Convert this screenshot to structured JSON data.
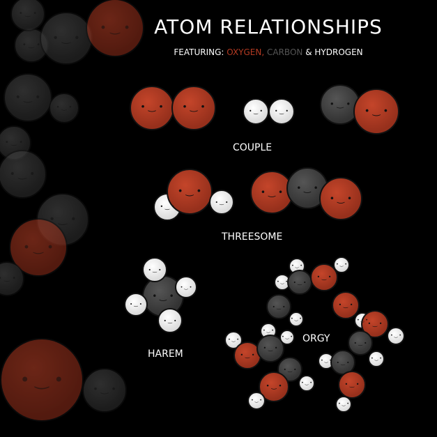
{
  "title": "ATOM RELATIONSHIPS",
  "subtitle": {
    "prefix": "FEATURING:",
    "oxygen": "OXYGEN,",
    "carbon": "CARBON",
    "amp": "&",
    "hydrogen": "HYDROGEN"
  },
  "labels": {
    "couple": "COUPLE",
    "threesome": "THREESOME",
    "harem": "HAREM",
    "orgy": "ORGY"
  },
  "colors": {
    "oxygen": "#a8341f",
    "carbon": "#3a3a3a",
    "hydrogen": "#eeeeee",
    "background": "#000000"
  }
}
